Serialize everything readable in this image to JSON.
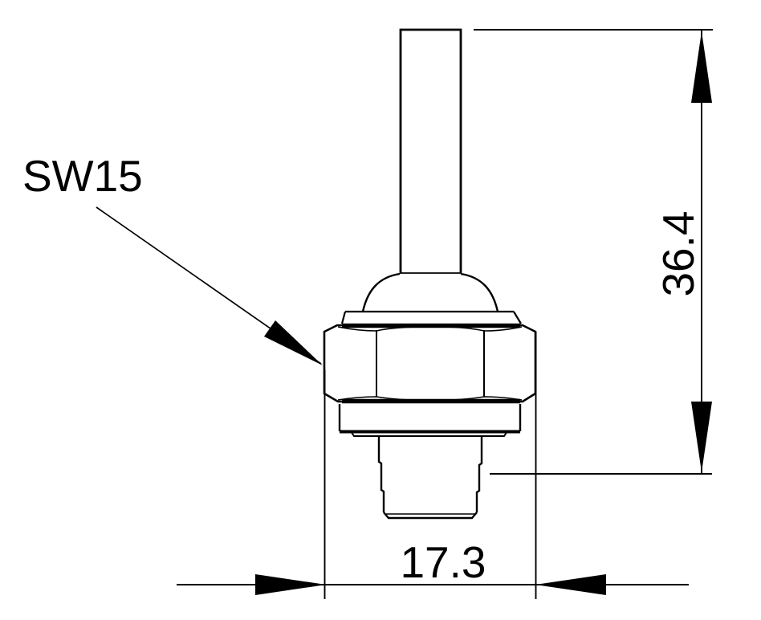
{
  "drawing": {
    "type": "technical-dimension-drawing",
    "background": "#ffffff",
    "line_color": "#000000",
    "labels": {
      "wrench_size": "SW15",
      "height_dimension": "36.4",
      "width_dimension": "17.3"
    }
  }
}
